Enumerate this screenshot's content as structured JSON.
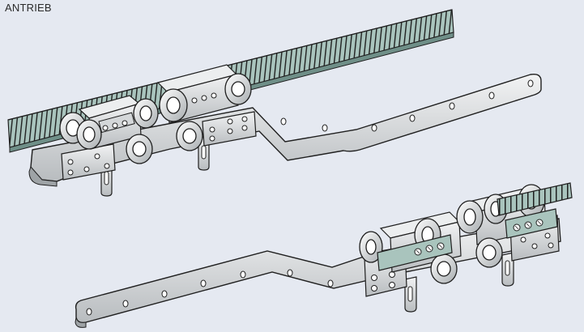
{
  "caption": "ANTRIEB",
  "colors": {
    "background": "#e5e9f1",
    "belt": "#a9c4bd",
    "belt_dark": "#6f8f88",
    "steel": "#d4d7d9",
    "steel_light": "#eceeef",
    "steel_dark": "#8d9396",
    "outline": "#1f1f1f"
  },
  "icons": [
    "toothed-belt",
    "roller-carriage",
    "mounting-plate",
    "mounting-bracket",
    "screw-head"
  ]
}
